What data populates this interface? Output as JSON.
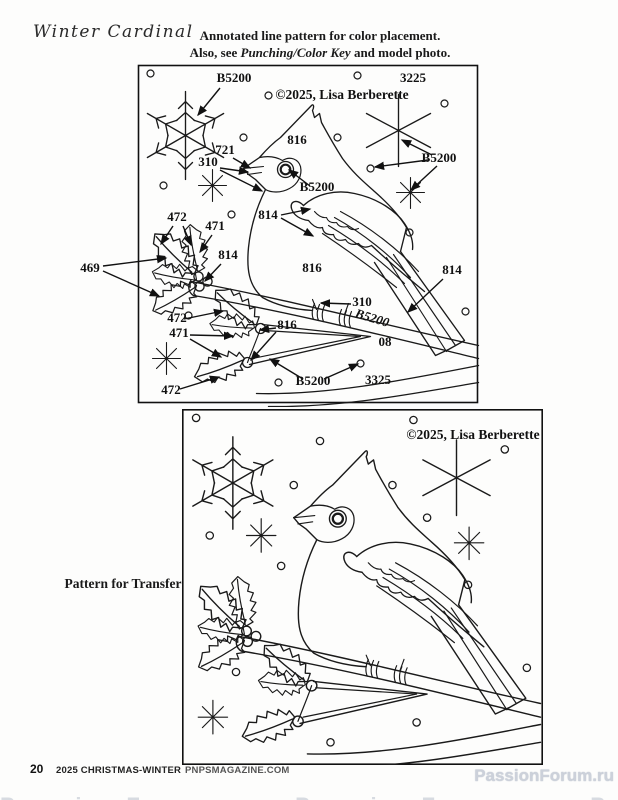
{
  "page": {
    "title": "Winter Cardinal",
    "header": {
      "line1": "Annotated line pattern for color placement.",
      "line2_prefix": "Also, see ",
      "line2_emphasis": "Punching/Color Key",
      "line2_suffix": " and model photo."
    },
    "footer": {
      "page_number": "20",
      "issue": "2025 CHRISTMAS-WINTER",
      "website": "PNPSMAGAZINE.COM"
    },
    "watermark": "PassionForum.ru",
    "ink_color": "#1a1a1a"
  },
  "annotated_panel": {
    "copyright": "©2025, Lisa Berberette",
    "labels": [
      {
        "text": "B5200"
      },
      {
        "text": "3225"
      },
      {
        "text": "816"
      },
      {
        "text": "721"
      },
      {
        "text": "310"
      },
      {
        "text": "B5200"
      },
      {
        "text": "B5200"
      },
      {
        "text": "814"
      },
      {
        "text": "472"
      },
      {
        "text": "471"
      },
      {
        "text": "469"
      },
      {
        "text": "814"
      },
      {
        "text": "816"
      },
      {
        "text": "814"
      },
      {
        "text": "310"
      },
      {
        "text": "B5200"
      },
      {
        "text": "08"
      },
      {
        "text": "472"
      },
      {
        "text": "471"
      },
      {
        "text": "816"
      },
      {
        "text": "B5200"
      },
      {
        "text": "3325"
      },
      {
        "text": "472"
      }
    ]
  },
  "transfer_panel": {
    "caption": "Pattern for Transfer",
    "copyright": "©2025, Lisa Berberette"
  }
}
